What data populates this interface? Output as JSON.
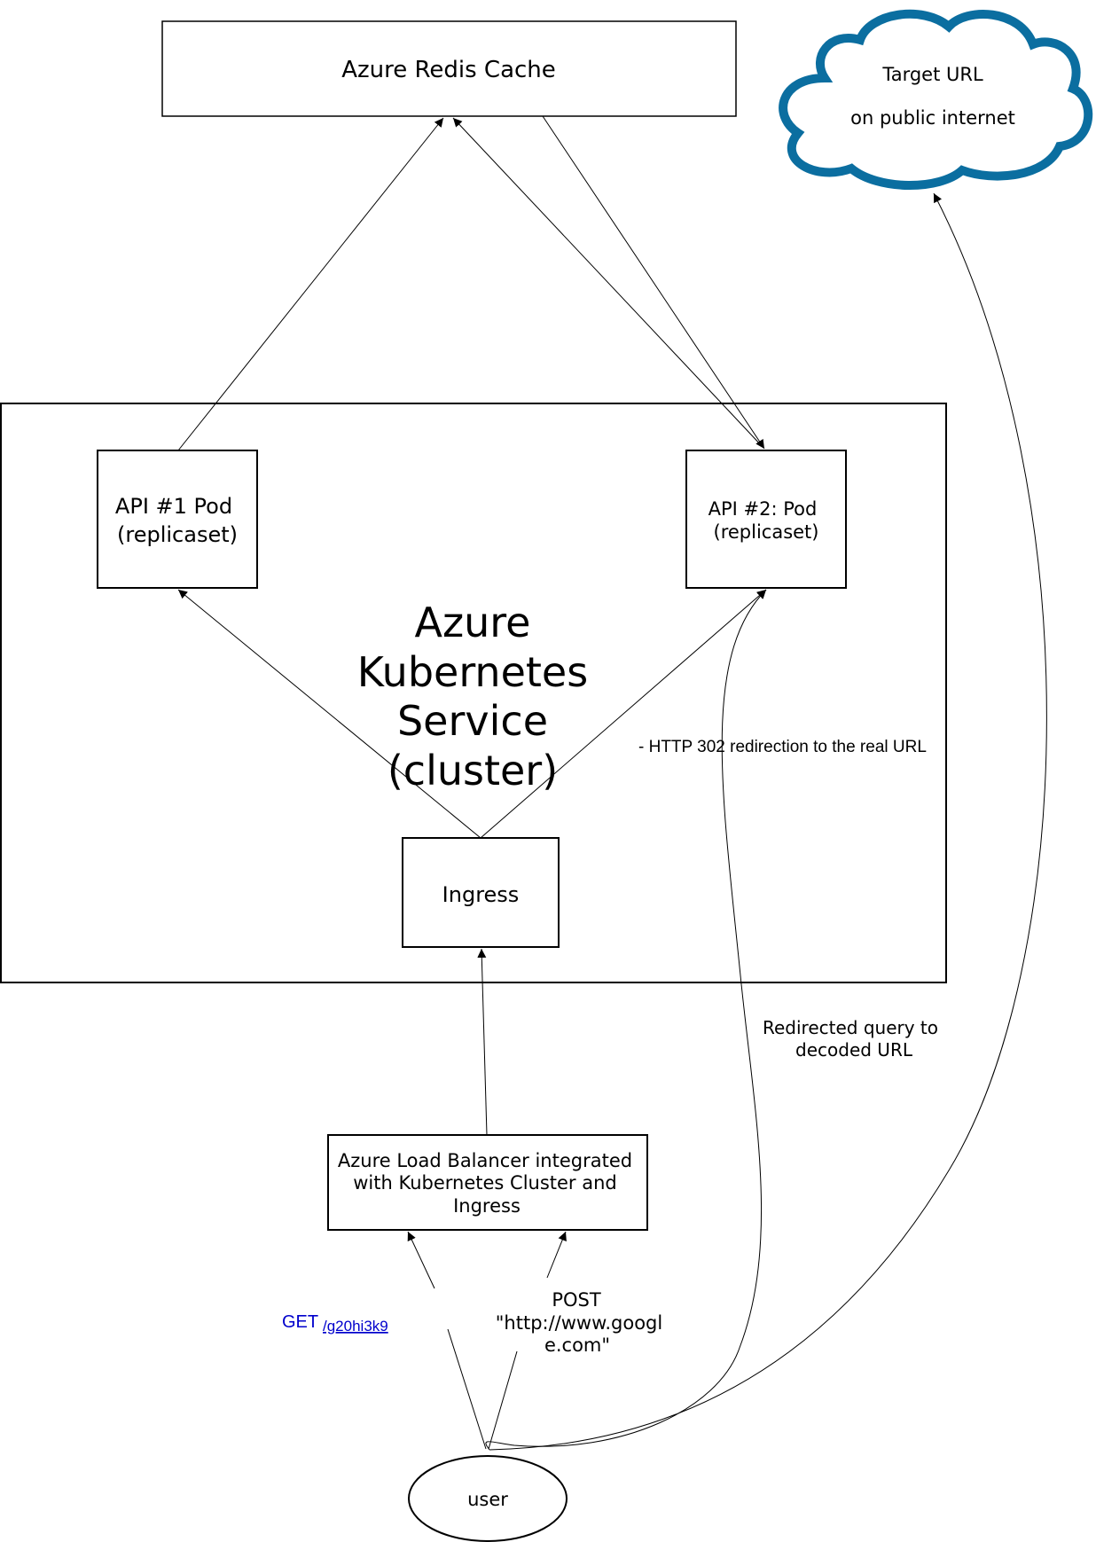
{
  "nodes": {
    "redis": {
      "label": "Azure Redis Cache"
    },
    "target_url": {
      "lines": [
        "Target URL",
        "on public internet"
      ]
    },
    "aks_cluster": {
      "lines": [
        "Azure",
        "Kubernetes",
        "Service",
        "(cluster)"
      ]
    },
    "api1": {
      "lines": [
        "API #1 Pod",
        "(replicaset)"
      ]
    },
    "api2": {
      "lines": [
        "API #2: Pod",
        "(replicaset)"
      ]
    },
    "ingress": {
      "label": "Ingress"
    },
    "load_balancer": {
      "lines": [
        "Azure Load Balancer integrated",
        "with Kubernetes Cluster and",
        "Ingress"
      ]
    },
    "user": {
      "label": "user"
    }
  },
  "edges": {
    "http_302": {
      "label": "- HTTP 302 redirection to the real URL"
    },
    "redirected_query": {
      "lines": [
        "Redirected query to",
        "decoded URL"
      ]
    },
    "get_request": {
      "method": "GET",
      "path": "/g20hi3k9"
    },
    "post_request": {
      "lines": [
        "POST",
        "\"http://www.googl",
        "e.com\""
      ]
    }
  },
  "colors": {
    "cloud_stroke": "#0b6ea0",
    "link": "#0000cc",
    "stroke": "#000000"
  }
}
